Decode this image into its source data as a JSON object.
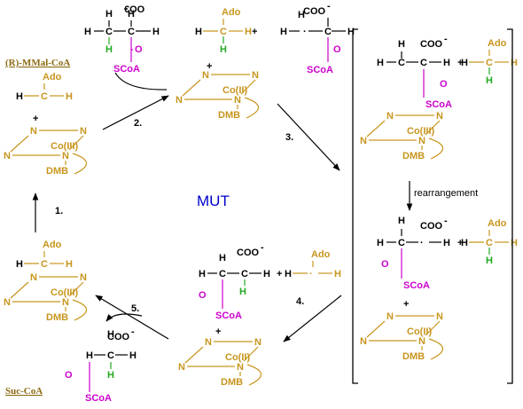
{
  "title": "MUT",
  "links": {
    "mmal_coa": "(R)-MMal-CoA",
    "suc_coa": "Suc-CoA"
  },
  "steps": {
    "s1": "1.",
    "s2": "2.",
    "s3": "3.",
    "s4": "4.",
    "s5": "5."
  },
  "rearrangement": "rearrangement",
  "labels": {
    "ado": "Ado",
    "h": "H",
    "c": "C",
    "n": "N",
    "o": "O",
    "plus": "+",
    "coo_minus": "COO",
    "minus_sup": "-",
    "coo_top": "€OO",
    "scoa": "SCoA",
    "co2": "Co(II)",
    "co3": "Co(III)",
    "dmb": "DMB",
    "radical_dot": "·"
  },
  "colors": {
    "orange": "#C8961E",
    "magenta": "#CC00CC",
    "green": "#22AA22",
    "black": "#000000",
    "blue": "#0000CC",
    "olive": "#8C6A12"
  }
}
